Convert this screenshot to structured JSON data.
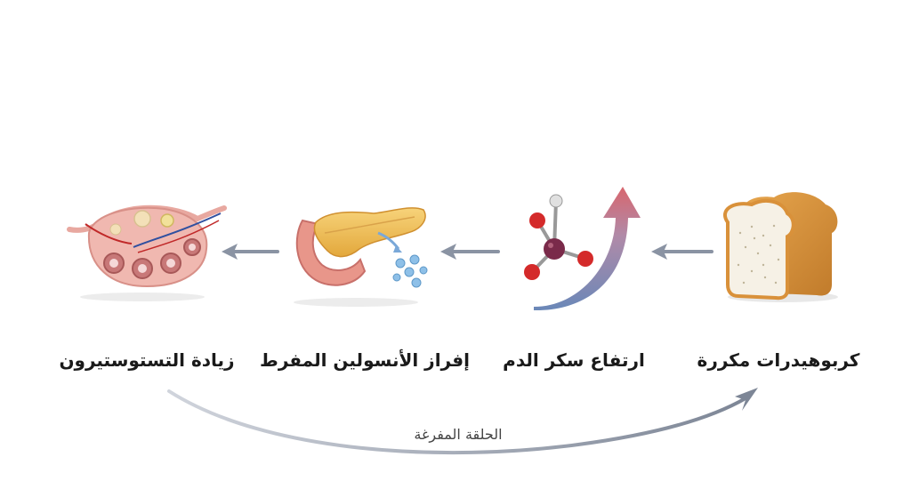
{
  "steps": [
    {
      "label": "كربوهيدرات مكررة",
      "icon": "bread-icon"
    },
    {
      "label": "ارتفاع سكر الدم",
      "icon": "glucose-molecule-icon"
    },
    {
      "label": "إفراز الأنسولين المفرط",
      "icon": "pancreas-icon"
    },
    {
      "label": "زيادة التستوستيرون",
      "icon": "ovary-icon"
    }
  ],
  "loop": {
    "label": "الحلقة المفرغة"
  },
  "colors": {
    "arrow": "#8a93a3",
    "bread_crust": "#d9913a",
    "bread_crumb": "#f6f1e6",
    "pancreas": "#f2c25a",
    "duodenum": "#e8968a",
    "molecule_center": "#7a2a4a",
    "molecule_red": "#d42a2a",
    "rise_arrow_top": "#d8666e",
    "rise_arrow_bottom": "#6a88b8",
    "ovary": "#f0b8b0",
    "follicle": "#c87878"
  }
}
